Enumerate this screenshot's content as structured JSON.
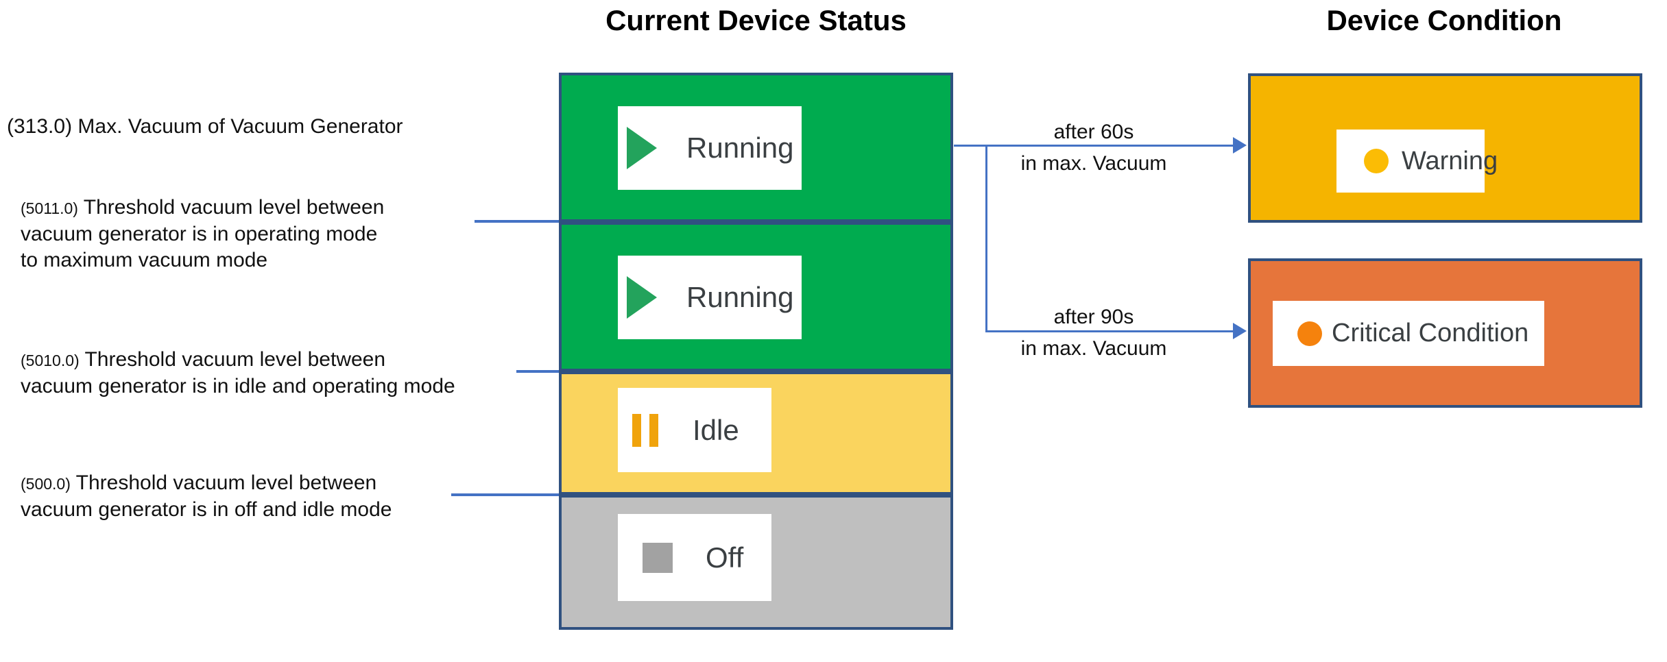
{
  "titles": {
    "status_column": "Current Device Status",
    "condition_column": "Device Condition"
  },
  "annotations": [
    {
      "value": "(313.0)",
      "lines": [
        "Max. Vacuum of Vacuum Generator"
      ]
    },
    {
      "value": "(5011.0)",
      "lines": [
        "Threshold vacuum level between",
        "vacuum generator is in operating mode",
        "to maximum vacuum mode"
      ]
    },
    {
      "value": "(5010.0)",
      "lines": [
        "Threshold vacuum level between",
        "vacuum generator is in idle and operating mode"
      ]
    },
    {
      "value": "(500.0)",
      "lines": [
        "Threshold vacuum level between",
        "vacuum generator is in off and idle mode"
      ]
    }
  ],
  "status_boxes": [
    {
      "label": "Running",
      "state": "running-max-vacuum",
      "bg": "#00AB4F",
      "icon": "play-icon"
    },
    {
      "label": "Running",
      "state": "running",
      "bg": "#00AB4F",
      "icon": "play-icon"
    },
    {
      "label": "Idle",
      "state": "idle",
      "bg": "#FAD45E",
      "icon": "pause-icon"
    },
    {
      "label": "Off",
      "state": "off",
      "bg": "#BFBFBF",
      "icon": "stop-icon"
    }
  ],
  "condition_boxes": [
    {
      "label": "Warning",
      "bg": "#F5B400",
      "dot": "#FBBC05"
    },
    {
      "label": "Critical Condition",
      "bg": "#E6753B",
      "dot": "#F5820D"
    }
  ],
  "transitions": [
    {
      "line1": "after 60s",
      "line2": "in max. Vacuum"
    },
    {
      "line1": "after 90s",
      "line2": "in max. Vacuum"
    }
  ],
  "colors": {
    "box_border": "#305180",
    "connector_blue": "#4472C4",
    "play_green": "#23A35C",
    "pause_amber": "#F0A30C",
    "off_gray": "#A2A2A2",
    "label_text": "#3a3f42"
  }
}
